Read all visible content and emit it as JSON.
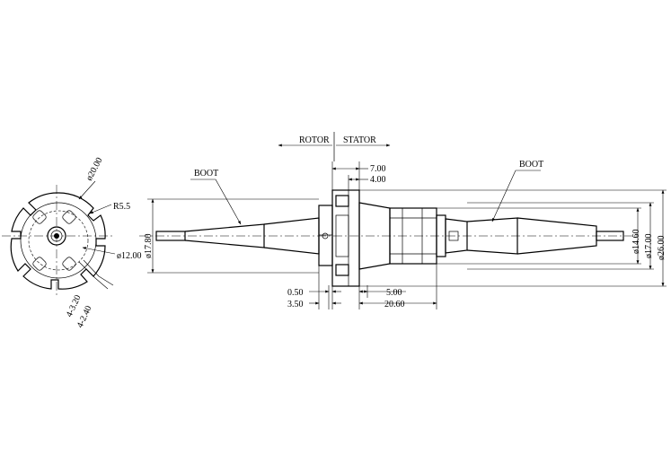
{
  "labels": {
    "rotor": "ROTOR",
    "stator": "STATOR",
    "boot_left": "BOOT",
    "boot_right": "BOOT"
  },
  "dimensions": {
    "d20": "ø20.00",
    "r55": "R5.5",
    "d12": "ø12.00",
    "holes_a": "4-3.20",
    "holes_b": "4-2.40",
    "d1780": "ø17.80",
    "len700": "7.00",
    "len400": "4.00",
    "len050": "0.50",
    "len350": "3.50",
    "len500": "5.00",
    "len2060": "20.60",
    "d1460": "ø14.60",
    "d1700": "ø17.00",
    "d2600": "ø26.00"
  }
}
